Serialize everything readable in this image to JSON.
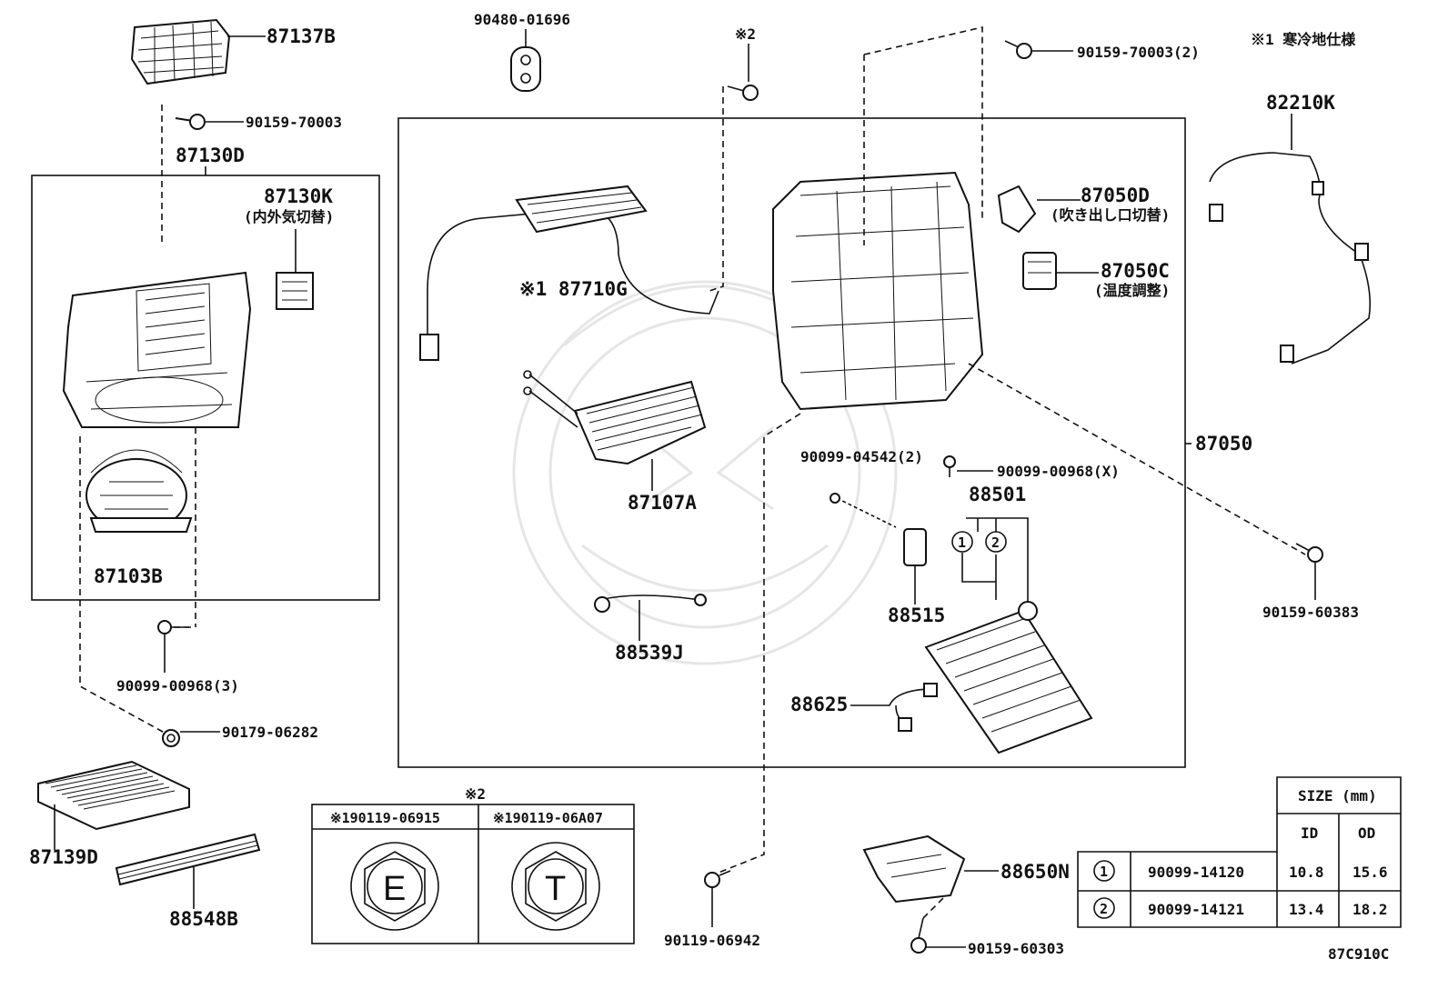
{
  "note_top_right": "※1 寒冷地仕様",
  "diagram_code": "87C910C",
  "parts": {
    "p87137B": "87137B",
    "p90159_70003": "90159-70003",
    "p87130D": "87130D",
    "p87130K": "87130K",
    "p87130K_sub": "(内外気切替)",
    "p87103B": "87103B",
    "p90099_00968_3": "90099-00968(3)",
    "p90179_06282": "90179-06282",
    "p87139D": "87139D",
    "p88548B": "88548B",
    "p90480_01696": "90480-01696",
    "note2_a": "※2",
    "p87710G": "※1 87710G",
    "p87107A": "87107A",
    "p88539J": "88539J",
    "p90159_70003_2": "90159-70003(2)",
    "p87050D": "87050D",
    "p87050D_sub": "(吹き出し口切替)",
    "p87050C": "87050C",
    "p87050C_sub": "(温度調整)",
    "p82210K": "82210K",
    "p87050": "87050",
    "p90099_04542_2": "90099-04542(2)",
    "p90099_00968_X": "90099-00968(X)",
    "p88501": "88501",
    "p88515": "88515",
    "p88625": "88625",
    "p90159_60383": "90159-60383",
    "p90119_06942": "90119-06942",
    "p88650N": "88650N",
    "p90159_60303": "90159-60303"
  },
  "circle_markers": {
    "one": "1",
    "two": "2"
  },
  "bolt_table": {
    "title": "※2",
    "headers": [
      "※190119-06915",
      "※190119-06A07"
    ],
    "symbols": [
      "E",
      "T"
    ]
  },
  "size_table": {
    "header": "SIZE (mm)",
    "col_id": "ID",
    "col_od": "OD",
    "rows": [
      {
        "mark": "1",
        "part": "90099-14120",
        "id": "10.8",
        "od": "15.6"
      },
      {
        "mark": "2",
        "part": "90099-14121",
        "id": "13.4",
        "od": "18.2"
      }
    ]
  }
}
